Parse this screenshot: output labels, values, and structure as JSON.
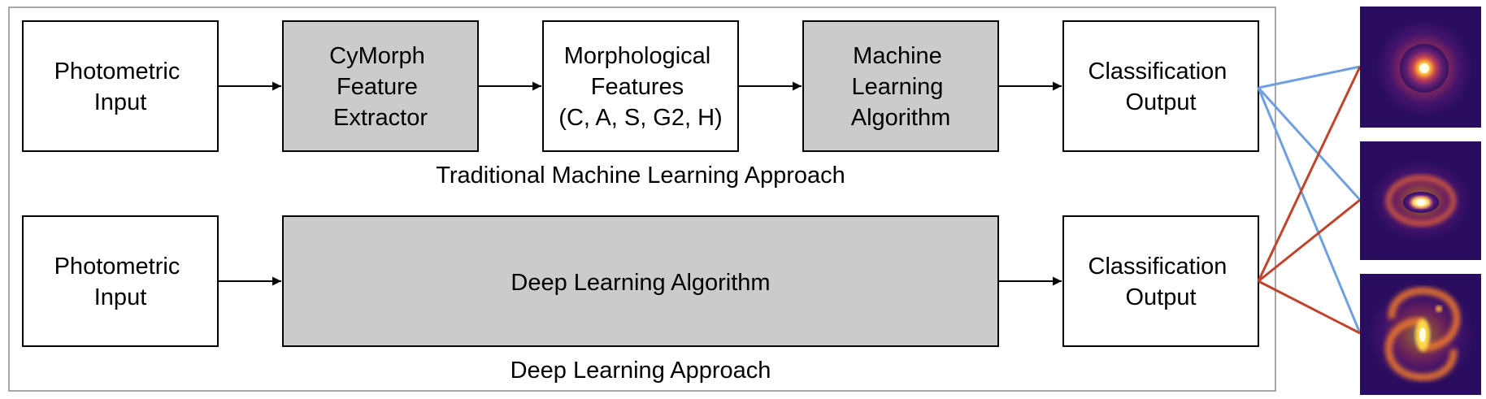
{
  "colors": {
    "background": "#ffffff",
    "box_white": "#ffffff",
    "box_gray": "#cbcbcb",
    "box_stroke": "#000000",
    "frame_stroke": "#8a8a8a",
    "arrow": "#000000",
    "connector_blue": "#6f9fe0",
    "connector_red": "#c0442a"
  },
  "traditional": {
    "input_lines": [
      "Photometric",
      "Input"
    ],
    "extractor_lines": [
      "CyMorph",
      "Feature",
      "Extractor"
    ],
    "features_lines": [
      "Morphological",
      "Features",
      "(C, A, S, G2, H)"
    ],
    "ml_lines": [
      "Machine",
      "Learning",
      "Algorithm"
    ],
    "output_lines": [
      "Classification",
      "Output"
    ],
    "caption": "Traditional Machine Learning Approach"
  },
  "deep": {
    "input_lines": [
      "Photometric",
      "Input"
    ],
    "algorithm": "Deep Learning Algorithm",
    "output_lines": [
      "Classification",
      "Output"
    ],
    "caption": "Deep Learning Approach"
  },
  "galaxy_images": [
    {
      "icon": "elliptical-galaxy-icon"
    },
    {
      "icon": "barred-spiral-galaxy-icon"
    },
    {
      "icon": "spiral-galaxy-icon"
    }
  ]
}
